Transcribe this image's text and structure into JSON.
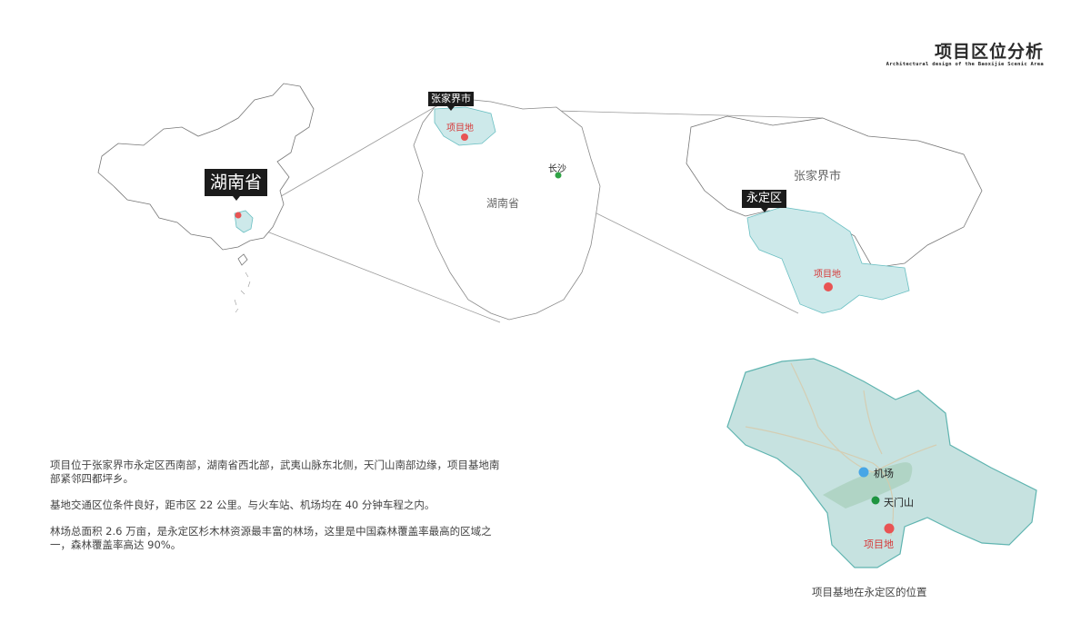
{
  "header": {
    "title": "项目区位分析",
    "subtitle": "Architectural design of the Baoxijie Scenic Area"
  },
  "maps": {
    "china": {
      "tag": "湖南省"
    },
    "hunan": {
      "tag": "张家界市",
      "project_label": "项目地",
      "changsha_label": "长沙",
      "province_label": "湖南省"
    },
    "zhangjiajie": {
      "city_label": "张家界市",
      "tag": "永定区",
      "project_label": "项目地"
    },
    "yongding": {
      "airport_label": "机场",
      "tianmen_label": "天门山",
      "project_label": "项目地",
      "caption": "项目基地在永定区的位置"
    }
  },
  "colors": {
    "highlight_fill": "#cde9ea",
    "highlight_stroke": "#69bfc2",
    "project_dot": "#e85454",
    "changsha_dot": "#2fa345",
    "airport_dot": "#47a6e6",
    "tianmen_dot": "#1e9440",
    "tag_bg": "#1b1b1b"
  },
  "description": {
    "paragraphs": [
      "项目位于张家界市永定区西南部，湖南省西北部，武夷山脉东北侧，天门山南部边缘，项目基地南部紧邻四都坪乡。",
      "基地交通区位条件良好，距市区 22 公里。与火车站、机场均在 40 分钟车程之内。",
      "林场总面积 2.6 万亩，是永定区杉木林资源最丰富的林场，这里是中国森林覆盖率最高的区域之一，森林覆盖率高达 90%。"
    ]
  }
}
